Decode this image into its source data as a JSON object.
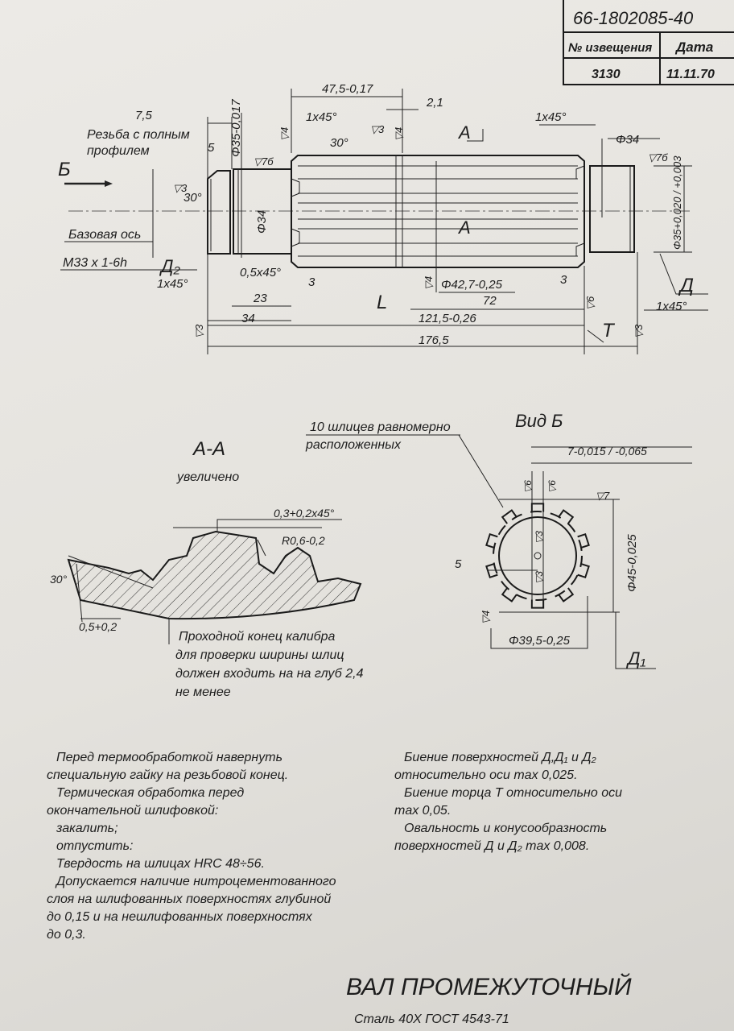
{
  "title_block": {
    "doc_number": "66-1802085-40",
    "col_notice": "№ извещения",
    "col_date": "Дата",
    "notice_value": "3130",
    "date_value": "11.11.70"
  },
  "main_view": {
    "dims": {
      "d47_5": "47,5-0,17",
      "d2_1": "2,1",
      "d7_5": "7,5",
      "chamfer_1x45_a": "1x45°",
      "chamfer_1x45_b": "1x45°",
      "chamfer_1x45_c": "1x45°",
      "chamfer_1x45_d": "1x45°",
      "chamfer_05x45": "0,5x45°",
      "d35_017": "Φ35-0,017",
      "d34_left": "Φ34",
      "d34_right": "Φ34",
      "d35_tol": "Φ35+0,020 / +0,003",
      "d42_7": "Φ42,7-0,25",
      "d5": "5",
      "d23": "23",
      "d34_len": "34",
      "d3_a": "3",
      "d3_b": "3",
      "d72": "72",
      "d121_5": "121,5-0,26",
      "d176_5": "176,5",
      "angle_30_a": "30°",
      "angle_30_b": "30°"
    },
    "roughness": {
      "r7b_a": "▽7б",
      "r7b_b": "▽7б",
      "r4_a": "▽4",
      "r4_b": "▽4",
      "r4_c": "▽4",
      "r3_a": "▽3",
      "r3_b": "▽3",
      "r3_c": "▽3",
      "r3_d": "▽3",
      "r6": "▽6"
    },
    "labels": {
      "thread_note_1": "Резьба с полным",
      "thread_note_2": "профилем",
      "view_b_arrow": "Б",
      "base_axis": "Базовая ось",
      "thread": "M33 x 1-6h",
      "d2": "Д₂",
      "d_right": "Д",
      "section_a_top": "А",
      "section_a_mid": "А",
      "L": "L",
      "T": "T"
    }
  },
  "section_aa": {
    "title": "А-А",
    "subtitle": "увеличено",
    "chamfer": "0,3+0,2x45°",
    "radius": "R0,6-0,2",
    "angle": "30°",
    "dim_05": "0,5+0,2",
    "note_1": "Проходной конец калибра",
    "note_2": "для проверки ширины шлиц",
    "note_3": "должен входить на на глуб 2,4",
    "note_4": "не менее"
  },
  "view_b": {
    "title": "Вид Б",
    "splines_note_1": "10 шлицев равномерно",
    "splines_note_2": "расположенных",
    "width_tol": "7-0,015 / -0,065",
    "d45": "Φ45-0,025",
    "d39_5": "Φ39,5-0,25",
    "dim_5": "5",
    "r7": "▽7",
    "r6a": "▽6",
    "r6b": "▽6",
    "r3a": "▽3",
    "r3b": "▽3",
    "r4": "▽4",
    "d1": "Д₁"
  },
  "notes_left": [
    "Перед термообработкой навернуть",
    "специальную гайку на резьбовой конец.",
    "Термическая обработка перед",
    "окончательной шлифовкой:",
    "закалить;",
    "отпустить:",
    "Твердость  на шлицах  HRC 48÷56.",
    "Допускается наличие нитроцементованного",
    "слоя  на шлифованных поверхностях глубиной",
    "до 0,15 и на нешлифованных поверхностях",
    "до 0,3."
  ],
  "notes_right": [
    "Биение поверхностей Д,Д₁ и Д₂",
    "относительно оси max 0,025.",
    "Биение торца Т относительно оси",
    "max 0,05.",
    "Овальность и конусообразность",
    "поверхностей Д и Д₂ max 0,008."
  ],
  "part_title": "ВАЛ ПРОМЕЖУТОЧНЫЙ",
  "material": "Сталь 40Х   ГОСТ 4543-71"
}
